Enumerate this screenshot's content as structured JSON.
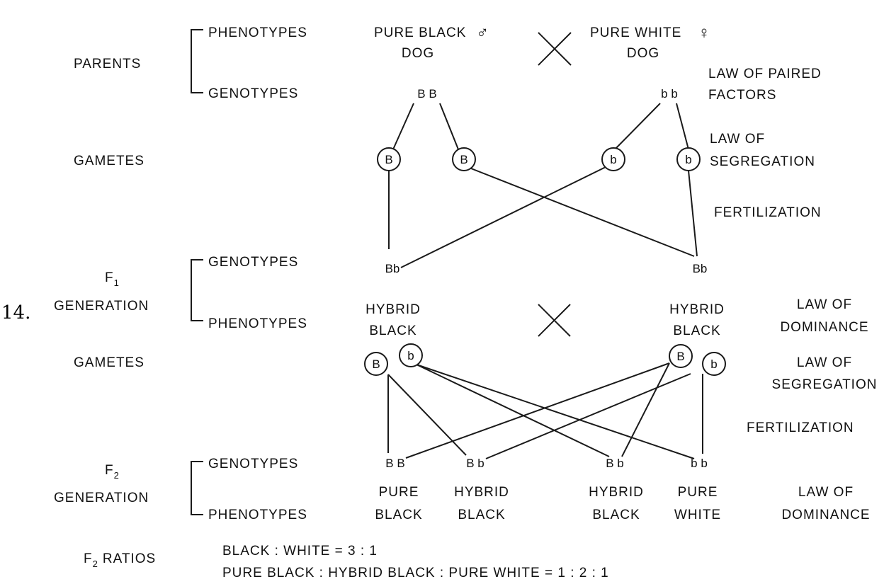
{
  "question_number": "14.",
  "left_labels": {
    "parents": "PARENTS",
    "gametes_1": "GAMETES",
    "f1": "F",
    "f1_sub": "1",
    "f1_generation": "GENERATION",
    "gametes_2": "GAMETES",
    "f2": "F",
    "f2_sub": "2",
    "f2_generation": "GENERATION",
    "f2_ratios": "RATIOS",
    "f2_ratios_prefix": "F",
    "f2_ratios_sub": "2"
  },
  "bracket_labels": {
    "parents_phenotypes": "PHENOTYPES",
    "parents_genotypes": "GENOTYPES",
    "f1_genotypes": "GENOTYPES",
    "f1_phenotypes": "PHENOTYPES",
    "f2_genotypes": "GENOTYPES",
    "f2_phenotypes": "PHENOTYPES"
  },
  "parents": {
    "male_line1": "PURE BLACK",
    "male_symbol": "♂",
    "male_line2": "DOG",
    "female_line1": "PURE WHITE",
    "female_symbol": "♀",
    "female_line2": "DOG",
    "male_genotype": "B B",
    "female_genotype": "b b"
  },
  "gametes_p": [
    "B",
    "B",
    "b",
    "b"
  ],
  "f1": {
    "genotype_left": "Bb",
    "genotype_right": "Bb",
    "left_line1": "HYBRID",
    "left_line2": "BLACK",
    "right_line1": "HYBRID",
    "right_line2": "BLACK"
  },
  "gametes_f1": [
    "B",
    "b",
    "B",
    "b"
  ],
  "f2": {
    "genotypes": [
      "B B",
      "B b",
      "B b",
      "b b"
    ],
    "phenotypes": [
      [
        "PURE",
        "BLACK"
      ],
      [
        "HYBRID",
        "BLACK"
      ],
      [
        "HYBRID",
        "BLACK"
      ],
      [
        "PURE",
        "WHITE"
      ]
    ]
  },
  "laws": {
    "paired_1": "LAW OF PAIRED",
    "paired_2": "FACTORS",
    "seg1_1": "LAW OF",
    "seg1_2": "SEGREGATION",
    "fert1": "FERTILIZATION",
    "dom1_1": "LAW OF",
    "dom1_2": "DOMINANCE",
    "seg2_1": "LAW OF",
    "seg2_2": "SEGREGATION",
    "fert2": "FERTILIZATION",
    "dom2_1": "LAW OF",
    "dom2_2": "DOMINANCE"
  },
  "ratios": {
    "line1": "BLACK : WHITE = 3 : 1",
    "line2": "PURE BLACK : HYBRID BLACK : PURE WHITE = 1 : 2 : 1"
  }
}
